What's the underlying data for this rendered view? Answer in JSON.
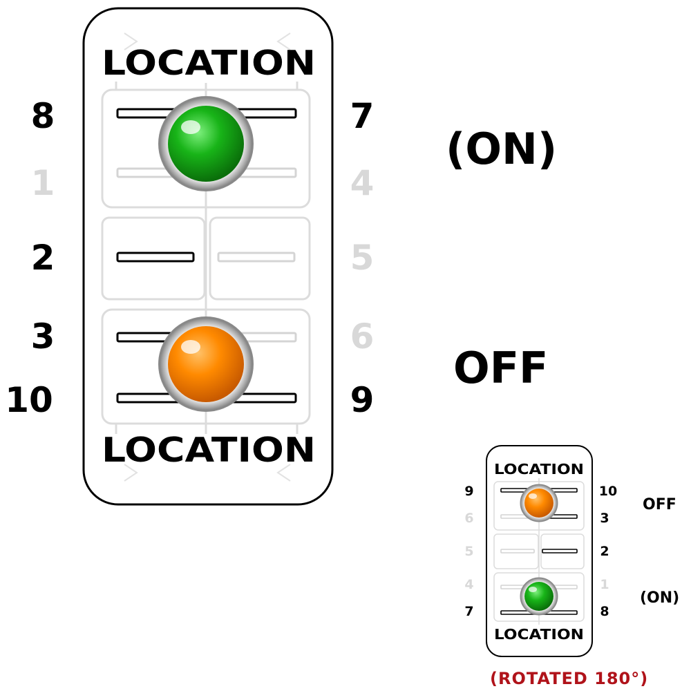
{
  "colors": {
    "green": "#18b418",
    "orange": "#ff8a00",
    "caption": "#b0131a",
    "inactive_pin": "#d8d8d8"
  },
  "large_switch": {
    "top_label": "LOCATION",
    "bottom_label": "LOCATION",
    "top_lamp": "green",
    "bottom_lamp": "orange",
    "left_pins": [
      {
        "label": "8",
        "active": true
      },
      {
        "label": "1",
        "active": false
      },
      {
        "label": "2",
        "active": true
      },
      {
        "label": "3",
        "active": true
      },
      {
        "label": "10",
        "active": true
      }
    ],
    "right_pins": [
      {
        "label": "7",
        "active": true
      },
      {
        "label": "4",
        "active": false
      },
      {
        "label": "5",
        "active": false
      },
      {
        "label": "6",
        "active": false
      },
      {
        "label": "9",
        "active": true
      }
    ],
    "states": {
      "top": "(ON)",
      "bottom": "OFF"
    }
  },
  "small_switch": {
    "top_label": "LOCATION",
    "bottom_label": "LOCATION",
    "top_lamp": "orange",
    "bottom_lamp": "green",
    "left_pins": [
      {
        "label": "9",
        "active": true
      },
      {
        "label": "6",
        "active": false
      },
      {
        "label": "5",
        "active": false
      },
      {
        "label": "4",
        "active": false
      },
      {
        "label": "7",
        "active": true
      }
    ],
    "right_pins": [
      {
        "label": "10",
        "active": true
      },
      {
        "label": "3",
        "active": true
      },
      {
        "label": "2",
        "active": true
      },
      {
        "label": "1",
        "active": false
      },
      {
        "label": "8",
        "active": true
      }
    ],
    "states": {
      "top": "OFF",
      "bottom": "(ON)"
    },
    "caption": "(ROTATED 180°)"
  }
}
